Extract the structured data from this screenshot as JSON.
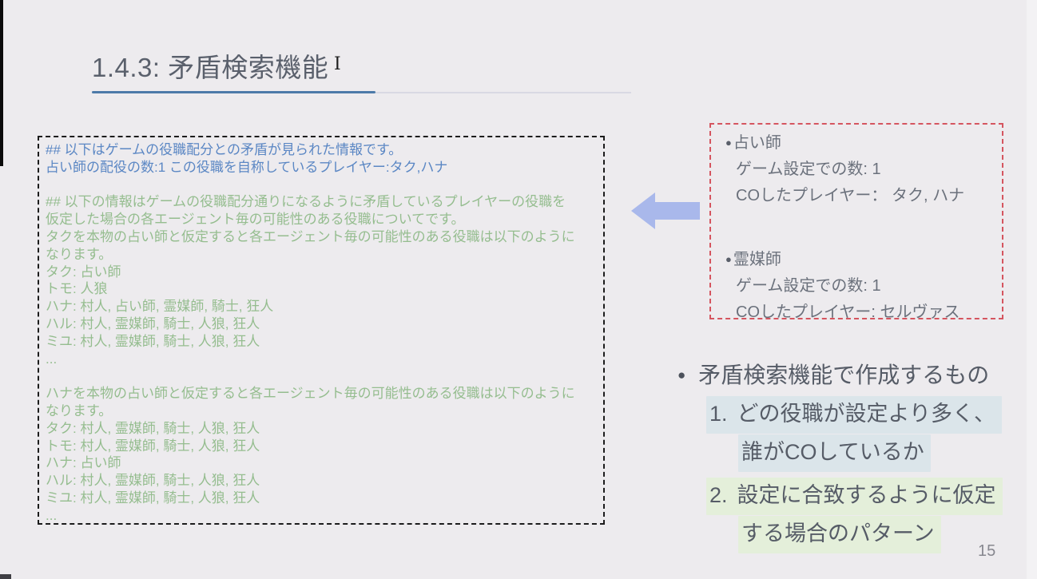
{
  "slide": {
    "title": "1.4.3: 矛盾検索機能",
    "page_number": "15",
    "cursor_glyph": "I"
  },
  "colors": {
    "background": "#edebee",
    "title_text": "#5a606c",
    "title_underline": "#4d7aa9",
    "log_blue_text": "#5b87c4",
    "log_green_text": "#95bd8f",
    "log_box_border": "#1c1c1c",
    "co_box_border": "#d5555f",
    "co_text": "#6b717c",
    "arrow": "#a9b8eb",
    "highlight_blue": "#dbe5ea",
    "highlight_green": "#e4efda",
    "notes_text": "#565c67"
  },
  "log_box": {
    "header_lines": [
      "## 以下はゲームの役職配分との矛盾が見られた情報です。",
      "占い師の配役の数:1 この役職を自称しているプレイヤー:タク,ハナ"
    ],
    "intro_lines": [
      "## 以下の情報はゲームの役職配分通りになるように矛盾しているプレイヤーの役職を",
      "仮定した場合の各エージェント毎の可能性のある役職についてです。"
    ],
    "assumption1_lines": [
      "タクを本物の占い師と仮定すると各エージェント毎の可能性のある役職は以下のように",
      "なります。",
      "タク: 占い師",
      "トモ: 人狼",
      "ハナ: 村人, 占い師, 霊媒師, 騎士, 狂人",
      "ハル: 村人, 霊媒師, 騎士, 人狼, 狂人",
      "ミユ: 村人, 霊媒師, 騎士, 人狼, 狂人",
      "..."
    ],
    "assumption2_lines": [
      "ハナを本物の占い師と仮定すると各エージェント毎の可能性のある役職は以下のように",
      "なります。",
      "タク: 村人, 霊媒師, 騎士, 人狼, 狂人",
      "トモ: 村人, 霊媒師, 騎士, 人狼, 狂人",
      "ハナ: 占い師",
      "ハル: 村人, 霊媒師, 騎士, 人狼, 狂人",
      "ミユ: 村人, 霊媒師, 騎士, 人狼, 狂人",
      "..."
    ]
  },
  "co_box": {
    "bullet": "●",
    "items": [
      {
        "role": "占い師",
        "count_line": "ゲーム設定での数: 1",
        "co_line": "COしたプレイヤー：  タク, ハナ"
      },
      {
        "role": "霊媒師",
        "count_line": "ゲーム設定での数: 1",
        "co_line": "COしたプレイヤー: セルヴァス"
      }
    ]
  },
  "notes": {
    "bullet": "●",
    "heading": "矛盾検索機能で作成するもの",
    "items": [
      {
        "number": "1.",
        "line1": "どの役職が設定より多く、",
        "line2": "誰がCOしているか"
      },
      {
        "number": "2.",
        "line1": "設定に合致するように仮定",
        "line2": "する場合のパターン"
      }
    ]
  }
}
